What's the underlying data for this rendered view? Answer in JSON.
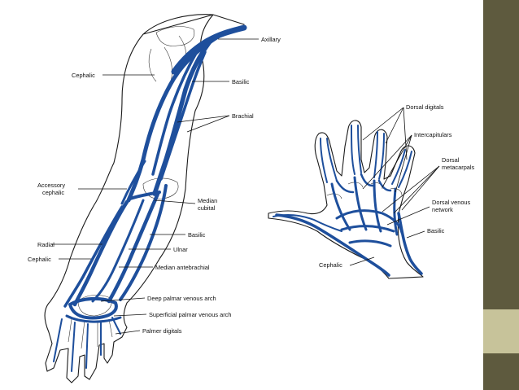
{
  "colors": {
    "vein": "#1e4f9c",
    "vein_dark": "#123a78",
    "band_top": "#5e5a3e",
    "band_mid": "#c7c39a",
    "band_bot": "#5e5a3e"
  },
  "arm_labels": {
    "axillary": "Axillary",
    "cephalic_upper": "Cephalic",
    "basilic_upper": "Basilic",
    "brachial": "Brachial",
    "accessory_cephalic_1": "Accessory",
    "accessory_cephalic_2": "cephalic",
    "median_cubital_1": "Median",
    "median_cubital_2": "cubital",
    "basilic_lower": "Basilic",
    "radial": "Radial",
    "ulnar": "Ulnar",
    "cephalic_lower": "Cephalic",
    "median_antebrachial": "Median antebrachial",
    "deep_palmar_arch": "Deep palmar venous arch",
    "superficial_palmar_arch": "Superficial palmar venous arch",
    "palmer_digitals": "Palmer digitals"
  },
  "hand_labels": {
    "dorsal_digitals": "Dorsal digitals",
    "intercapitulars": "Intercapitulars",
    "dorsal_metacarpals_1": "Dorsal",
    "dorsal_metacarpals_2": "metacarpals",
    "dorsal_venous_network_1": "Dorsal venous",
    "dorsal_venous_network_2": "network",
    "basilic": "Basilic",
    "cephalic": "Cephalic"
  }
}
